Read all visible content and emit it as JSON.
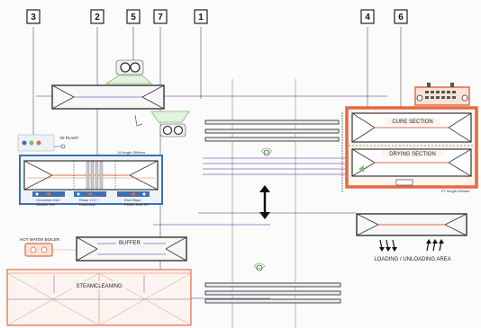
{
  "callouts": [
    "1",
    "2",
    "3",
    "4",
    "5",
    "6",
    "7"
  ],
  "labels": {
    "cure_section": "CURE SECTION",
    "drying_section": "DRYING SECTION",
    "buffer": "BUFFER",
    "steamcleaning": "STEAMCLEANING",
    "hot_water_boiler": "HOT WATER BOILER",
    "loading_area": "LOADING / UNLOADING AREA",
    "di_plant": "DI PLANT",
    "line_length_left": "19 length 300mm",
    "line_length_right": "PT length 300mm"
  },
  "booth_captions": [
    [
      "Chromium free",
      "Alodine 400"
    ],
    [
      "Rinse 1+2 +",
      "Drainrinse"
    ],
    [
      "Etch Bhpo",
      "Reach Etch ST"
    ]
  ],
  "colors": {
    "frame_orange": "#e46a42",
    "frame_blue": "#3c6fb3",
    "conveyor_purple": "#8a63b6",
    "equipment_green": "#7cbf6d",
    "line_dark": "#333333"
  }
}
